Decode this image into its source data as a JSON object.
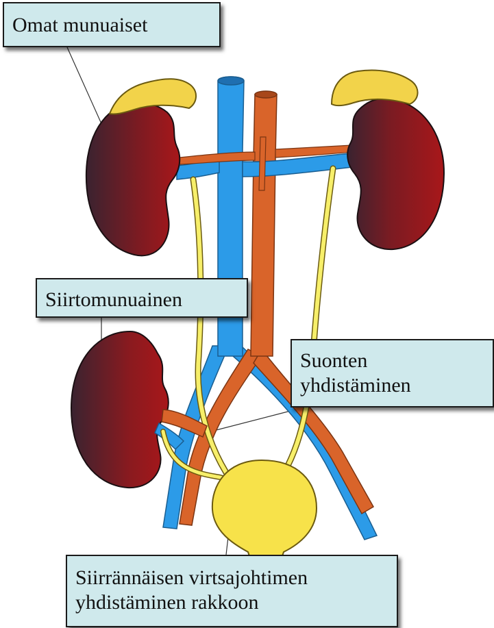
{
  "labels": {
    "native_kidneys": "Omat munuaiset",
    "transplant_kidney": "Siirtomunuainen",
    "vessel_connection": [
      "Suonten",
      "yhdistäminen"
    ],
    "ureter_bladder_connection": [
      "Siirrännäisen virtsajohtimen",
      "yhdistäminen rakkoon"
    ]
  },
  "colors": {
    "kidney_dark": "#3a2330",
    "kidney_red": "#a8171a",
    "adrenal": "#f2d34a",
    "vein": "#2c9be8",
    "artery": "#d9642a",
    "ureter": "#f7ef6a",
    "bladder": "#f7e24a",
    "label_fill": "#cfe9ec"
  }
}
